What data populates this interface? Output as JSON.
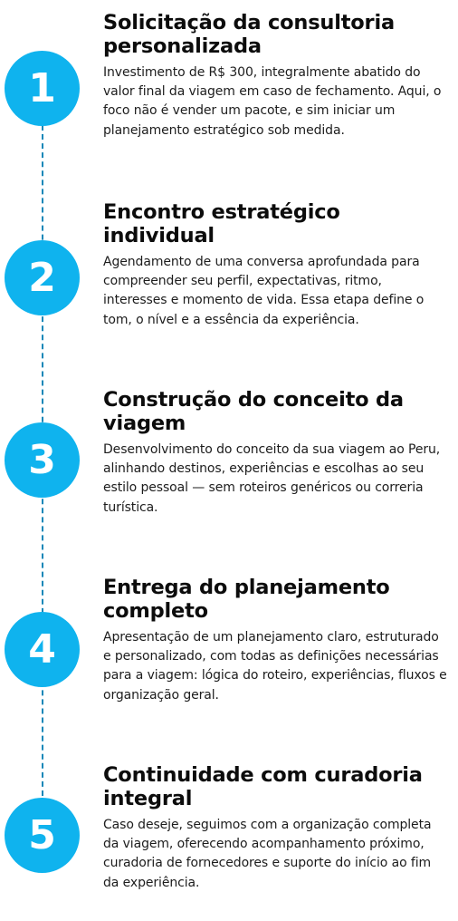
{
  "steps": [
    {
      "number": "1",
      "title": "Solicitação da consultoria personalizada",
      "description": "Investimento de R$ 300, integralmente abatido do valor final da viagem em caso de fechamento. Aqui, o foco não é vender um pacote, e sim iniciar um planejamento estratégico sob medida."
    },
    {
      "number": "2",
      "title": "Encontro estratégico individual",
      "description": "Agendamento de uma conversa aprofundada para compreender seu perfil, expectativas, ritmo, interesses e momento de vida.  Essa etapa define o tom, o nível e a essência da experiência."
    },
    {
      "number": "3",
      "title": "Construção do conceito da viagem",
      "description": "Desenvolvimento do conceito da sua viagem ao Peru, alinhando destinos, experiências e escolhas ao seu estilo pessoal — sem roteiros genéricos ou correria turística."
    },
    {
      "number": "4",
      "title": "Entrega do planejamento completo",
      "description": "Apresentação de um planejamento claro, estruturado e personalizado, com todas as definições necessárias para a viagem: lógica do roteiro, experiências, fluxos e organização geral."
    },
    {
      "number": "5",
      "title": "Continuidade com curadoria integral",
      "description": "Caso deseje, seguimos com a organização completa da viagem, oferecendo acompanhamento próximo, curadoria de fornecedores e suporte do início ao fim da experiência."
    }
  ],
  "colors": {
    "badge": "#0fb3ee",
    "timeline": "#1587b8",
    "title": "#0c0c0c",
    "text": "#1c1c1c"
  }
}
